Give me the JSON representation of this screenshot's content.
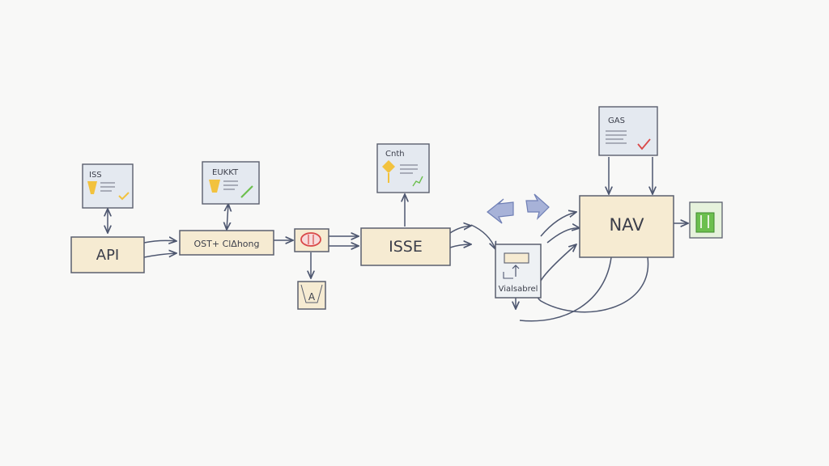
{
  "diagram": {
    "nodes": {
      "api": {
        "label": "API"
      },
      "ost": {
        "label": "OST+ ClΔhong"
      },
      "isse": {
        "label": "ISSE"
      },
      "nav": {
        "label": "NAV"
      },
      "small_a": {
        "label": "A"
      },
      "validator": {
        "label": "Vialsabrel"
      }
    },
    "docs": {
      "doc1": {
        "label": "ISS"
      },
      "doc2": {
        "label": "EUKKT"
      },
      "doc3": {
        "label": "Cnth"
      },
      "doc4": {
        "label": "GAS"
      }
    }
  },
  "colors": {
    "box_fill": "#f6ebd2",
    "box_stroke": "#5a5f6e",
    "doc_fill": "#e4e9f0",
    "line": "#4e5770",
    "accent_yellow": "#f2c23e",
    "accent_green": "#6cbf4e",
    "accent_red": "#d94848",
    "arrow_blue": "#8f9dc9"
  }
}
